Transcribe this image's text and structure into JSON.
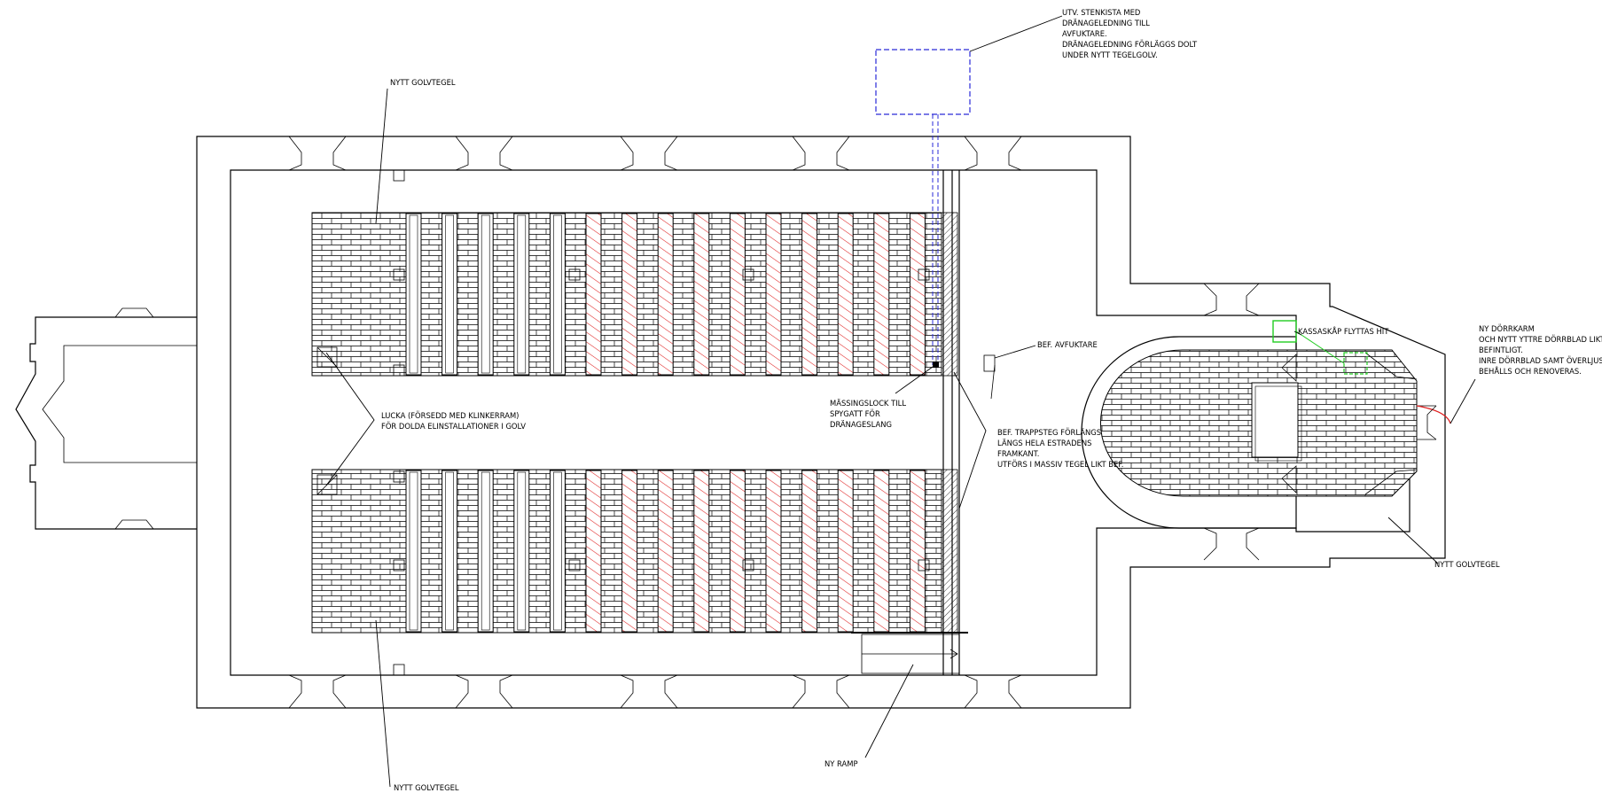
{
  "labels": {
    "stenkista": [
      "UTV. STENKISTA MED",
      "DRÄNAGELEDNING TILL",
      "AVFUKTARE.",
      "DRÄNAGELEDNING FÖRLÄGGS DOLT",
      "UNDER NYTT TEGELGOLV."
    ],
    "nytt_golvtegel_top": "NYTT GOLVTEGEL",
    "nytt_golvtegel_bottom": "NYTT GOLVTEGEL",
    "nytt_golvtegel_chancel": "NYTT GOLVTEGEL",
    "bef_avfuktare": "BEF. AVFUKTARE",
    "mässingslock": [
      "MÄSSINGSLOCK TILL",
      "SPYGATT FÖR",
      "DRÄNAGESLANG"
    ],
    "lucka": [
      "LUCKA (FÖRSEDD MED KLINKERRAM)",
      "FÖR DOLDA ELINSTALLATIONER I GOLV"
    ],
    "trappsteg": [
      "BEF. TRAPPSTEG FÖRLÄNGS",
      "LÄNGS HELA ESTRADENS",
      "FRAMKANT.",
      "UTFÖRS I MASSIV TEGEL LIKT BEF."
    ],
    "ny_ramp": "NY RAMP",
    "kassaskap": "KASSASKÅP FLYTTAS HIT",
    "dorrkarm": [
      "NY DÖRRKARM",
      "OCH NYTT YTTRE DÖRRBLAD LIKT",
      "BEFINTLIGT.",
      "INRE DÖRRBLAD SAMT ÖVERLJUS",
      "BEHÅLLS OCH RENOVERAS."
    ]
  },
  "colors": {
    "line": "#000000",
    "hatch_red": "#e02020",
    "drain_blue": "#2a2ad8",
    "safe_green": "#22cc22",
    "door_red": "#e02020"
  },
  "pews": {
    "per_row": 15,
    "plain_count": 5,
    "hatched_count": 10
  }
}
